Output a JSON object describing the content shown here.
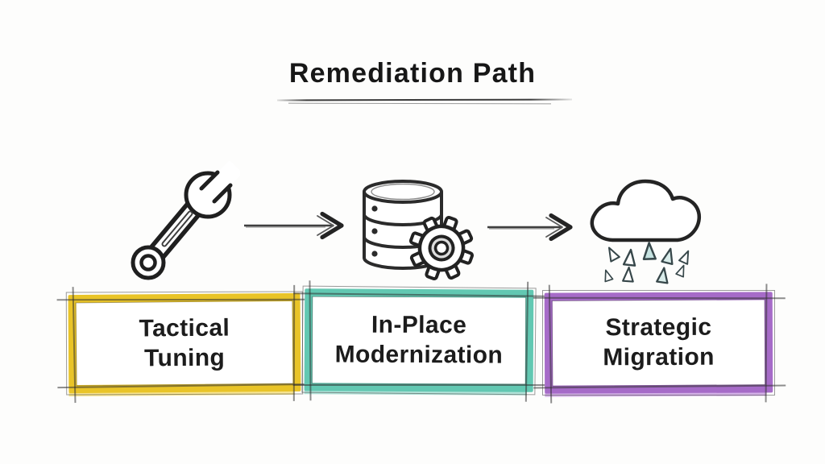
{
  "title": "Remediation Path",
  "stages": [
    {
      "name": "Tactical Tuning",
      "lines": [
        "Tactical",
        "Tuning"
      ],
      "icon": "wrench-icon",
      "accent": "#E9C428",
      "accent_light": "#F6E492"
    },
    {
      "name": "In-Place Modernization",
      "lines": [
        "In-Place",
        "Modernization"
      ],
      "icon": "database-gear-icon",
      "accent": "#62C8B2",
      "accent_light": "#B2E2D8"
    },
    {
      "name": "Strategic Migration",
      "lines": [
        "Strategic",
        "Migration"
      ],
      "icon": "cloud-rain-icon",
      "accent": "#A66BC8",
      "accent_light": "#D2B0E5"
    }
  ],
  "connectors": [
    {
      "type": "arrow-right",
      "from": "Tactical Tuning",
      "to": "In-Place Modernization"
    },
    {
      "type": "arrow-right",
      "from": "In-Place Modernization",
      "to": "Strategic Migration"
    }
  ],
  "colors": {
    "background": "#FDFDFC",
    "ink": "#1F1F1F",
    "pencil": "#4A4A4A",
    "rain_fill": "#C5E2E0",
    "rain_fill_light": "#D9ECEA"
  }
}
